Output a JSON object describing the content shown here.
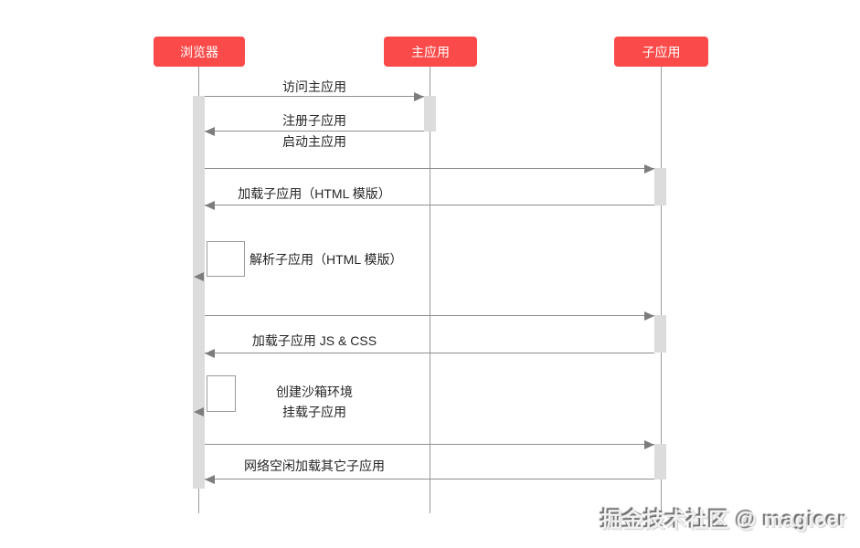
{
  "diagram": {
    "title_semantics": "micro-frontend loading sequence",
    "actors": [
      {
        "id": "browser",
        "label": "浏览器"
      },
      {
        "id": "main-app",
        "label": "主应用"
      },
      {
        "id": "sub-app",
        "label": "子应用"
      }
    ],
    "messages": {
      "visit_main": "访问主应用",
      "register_sub": "注册子应用",
      "start_main": "启动主应用",
      "load_sub_html": "加载子应用（HTML 模版）",
      "parse_sub_html": "解析子应用（HTML 模版）",
      "load_sub_assets": "加载子应用 JS & CSS",
      "create_sandbox": "创建沙箱环境",
      "mount_sub": "挂载子应用",
      "idle_load_others": "网络空闲加载其它子应用"
    },
    "colors": {
      "actor_bg": "#fa4b4a",
      "actor_text": "#ffffff",
      "lifeline": "#9a9a9a",
      "arrow": "#8f8f8f",
      "arrowhead": "#7d7d7d",
      "activation": "#dcdcdc",
      "label_text": "#262626"
    }
  },
  "watermark": {
    "text": "掘金技术社区 @ magicer"
  }
}
